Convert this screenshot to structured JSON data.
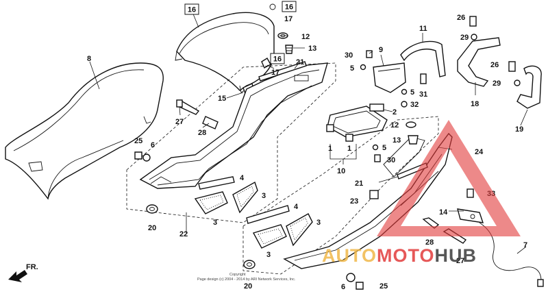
{
  "diagram": {
    "direction_label": "FR.",
    "copyright_line1": "Copyright",
    "copyright_line2": "Page design (c) 2004 - 2014 by ARI Network Services, Inc.",
    "watermark": {
      "part1": "AUTO",
      "part2": "MOTO",
      "part3": "HUB",
      "colors": {
        "triangle": "#e23b3b",
        "auto": "#f0b84a",
        "moto": "#e23b3b",
        "hub": "#3a3a3a"
      }
    },
    "callouts": [
      {
        "id": "c16a",
        "text": "16",
        "boxed": true
      },
      {
        "id": "c16b",
        "text": "16",
        "boxed": true
      },
      {
        "id": "c16c",
        "text": "16",
        "boxed": true
      },
      {
        "id": "c17a",
        "text": "17",
        "boxed": false
      },
      {
        "id": "c17b",
        "text": "17",
        "boxed": false
      },
      {
        "id": "c12a",
        "text": "12",
        "boxed": false
      },
      {
        "id": "c13a",
        "text": "13",
        "boxed": false
      },
      {
        "id": "c8",
        "text": "8",
        "boxed": false
      },
      {
        "id": "c15",
        "text": "15",
        "boxed": false
      },
      {
        "id": "c21a",
        "text": "21",
        "boxed": false
      },
      {
        "id": "c27a",
        "text": "27",
        "boxed": false
      },
      {
        "id": "c28a",
        "text": "28",
        "boxed": false
      },
      {
        "id": "c25a",
        "text": "25",
        "boxed": false
      },
      {
        "id": "c6a",
        "text": "6",
        "boxed": false
      },
      {
        "id": "c4a",
        "text": "4",
        "boxed": false
      },
      {
        "id": "c3a",
        "text": "3",
        "boxed": false
      },
      {
        "id": "c3b",
        "text": "3",
        "boxed": false
      },
      {
        "id": "c20a",
        "text": "20",
        "boxed": false
      },
      {
        "id": "c22",
        "text": "22",
        "boxed": false
      },
      {
        "id": "c4b",
        "text": "4",
        "boxed": false
      },
      {
        "id": "c3c",
        "text": "3",
        "boxed": false
      },
      {
        "id": "c3d",
        "text": "3",
        "boxed": false
      },
      {
        "id": "c20b",
        "text": "20",
        "boxed": false
      },
      {
        "id": "c6b",
        "text": "6",
        "boxed": false
      },
      {
        "id": "c25b",
        "text": "25",
        "boxed": false
      },
      {
        "id": "c30a",
        "text": "30",
        "boxed": false
      },
      {
        "id": "c9",
        "text": "9",
        "boxed": false
      },
      {
        "id": "c5a",
        "text": "5",
        "boxed": false
      },
      {
        "id": "c11",
        "text": "11",
        "boxed": false
      },
      {
        "id": "c31",
        "text": "31",
        "boxed": false
      },
      {
        "id": "c5b",
        "text": "5",
        "boxed": false
      },
      {
        "id": "c32",
        "text": "32",
        "boxed": false
      },
      {
        "id": "c2",
        "text": "2",
        "boxed": false
      },
      {
        "id": "c1a",
        "text": "1",
        "boxed": false
      },
      {
        "id": "c1b",
        "text": "1",
        "boxed": false
      },
      {
        "id": "c10",
        "text": "10",
        "boxed": false
      },
      {
        "id": "c5c",
        "text": "5",
        "boxed": false
      },
      {
        "id": "c30b",
        "text": "30",
        "boxed": false
      },
      {
        "id": "c12b",
        "text": "12",
        "boxed": false
      },
      {
        "id": "c13b",
        "text": "13",
        "boxed": false
      },
      {
        "id": "c24",
        "text": "24",
        "boxed": false
      },
      {
        "id": "c21b",
        "text": "21",
        "boxed": false
      },
      {
        "id": "c23",
        "text": "23",
        "boxed": false
      },
      {
        "id": "c14",
        "text": "14",
        "boxed": false
      },
      {
        "id": "c28b",
        "text": "28",
        "boxed": false
      },
      {
        "id": "c27b",
        "text": "27",
        "boxed": false
      },
      {
        "id": "c33",
        "text": "33",
        "boxed": false
      },
      {
        "id": "c26a",
        "text": "26",
        "boxed": false
      },
      {
        "id": "c29a",
        "text": "29",
        "boxed": false
      },
      {
        "id": "c18",
        "text": "18",
        "boxed": false
      },
      {
        "id": "c26b",
        "text": "26",
        "boxed": false
      },
      {
        "id": "c29b",
        "text": "29",
        "boxed": false
      },
      {
        "id": "c19",
        "text": "19",
        "boxed": false
      },
      {
        "id": "c7",
        "text": "7",
        "boxed": false
      }
    ]
  }
}
